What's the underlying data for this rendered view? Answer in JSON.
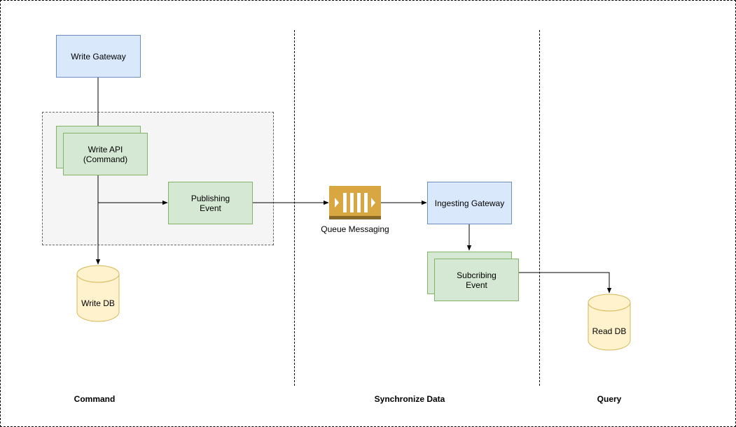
{
  "nodes": {
    "write_gateway": "Write Gateway",
    "write_api": "Write API\n(Command)",
    "publishing_event": "Publishing\nEvent",
    "write_db": "Write DB",
    "queue_messaging": "Queue Messaging",
    "ingesting_gateway": "Ingesting Gateway",
    "subscribing_event": "Subcribing\nEvent",
    "read_db": "Read DB"
  },
  "sections": {
    "command": "Command",
    "synchronize": "Synchronize Data",
    "query": "Query"
  },
  "colors": {
    "gateway_fill": "#dae8fc",
    "gateway_stroke": "#6c8ebf",
    "service_fill": "#d5e8d4",
    "service_stroke": "#82b366",
    "db_fill": "#fff2cc",
    "db_stroke": "#d6b656",
    "queue_fill": "#d9a741",
    "queue_dark": "#876929",
    "group_fill": "#f5f5f5"
  },
  "icons": {
    "queue": "queue-icon",
    "database": "database-cylinder-icon"
  }
}
